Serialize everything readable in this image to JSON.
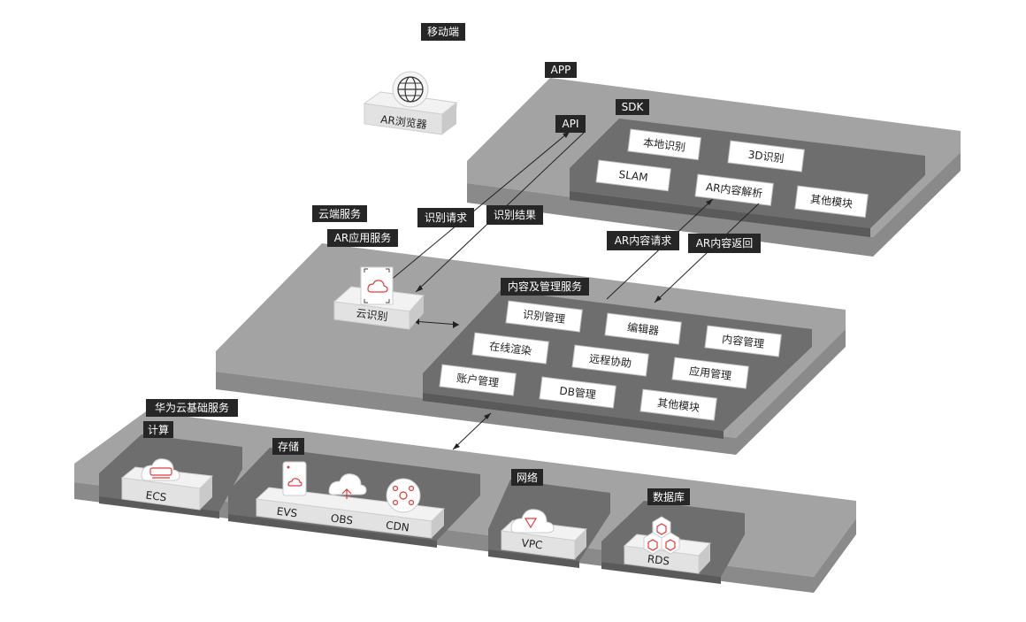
{
  "colors": {
    "platform": "#a3a3a3",
    "inner": "#6e6e6e",
    "tag": "#262626",
    "accent": "#e03c3c"
  },
  "mobile": {
    "title": "移动端",
    "browser_label": "AR浏览器",
    "icon": "globe-icon"
  },
  "app": {
    "title": "APP",
    "api_label": "API",
    "sdk": {
      "title": "SDK",
      "modules": [
        "本地识别",
        "3D识别",
        "SLAM",
        "AR内容解析",
        "其他模块"
      ]
    }
  },
  "flows": {
    "recognize_request": "识别请求",
    "recognize_result": "识别结果",
    "content_request": "AR内容请求",
    "content_return": "AR内容返回"
  },
  "cloud": {
    "title": "云端服务",
    "ar_app_service": "AR应用服务",
    "cloud_recognition": "云识别",
    "content_mgmt": {
      "title": "内容及管理服务",
      "modules": [
        "识别管理",
        "编辑器",
        "内容管理",
        "在线渲染",
        "远程协助",
        "应用管理",
        "账户管理",
        "DB管理",
        "其他模块"
      ]
    }
  },
  "huawei": {
    "title": "华为云基础服务",
    "compute": {
      "title": "计算",
      "items": [
        "ECS"
      ]
    },
    "storage": {
      "title": "存储",
      "items": [
        "EVS",
        "OBS",
        "CDN"
      ]
    },
    "network": {
      "title": "网络",
      "items": [
        "VPC"
      ]
    },
    "database": {
      "title": "数据库",
      "items": [
        "RDS"
      ]
    }
  }
}
